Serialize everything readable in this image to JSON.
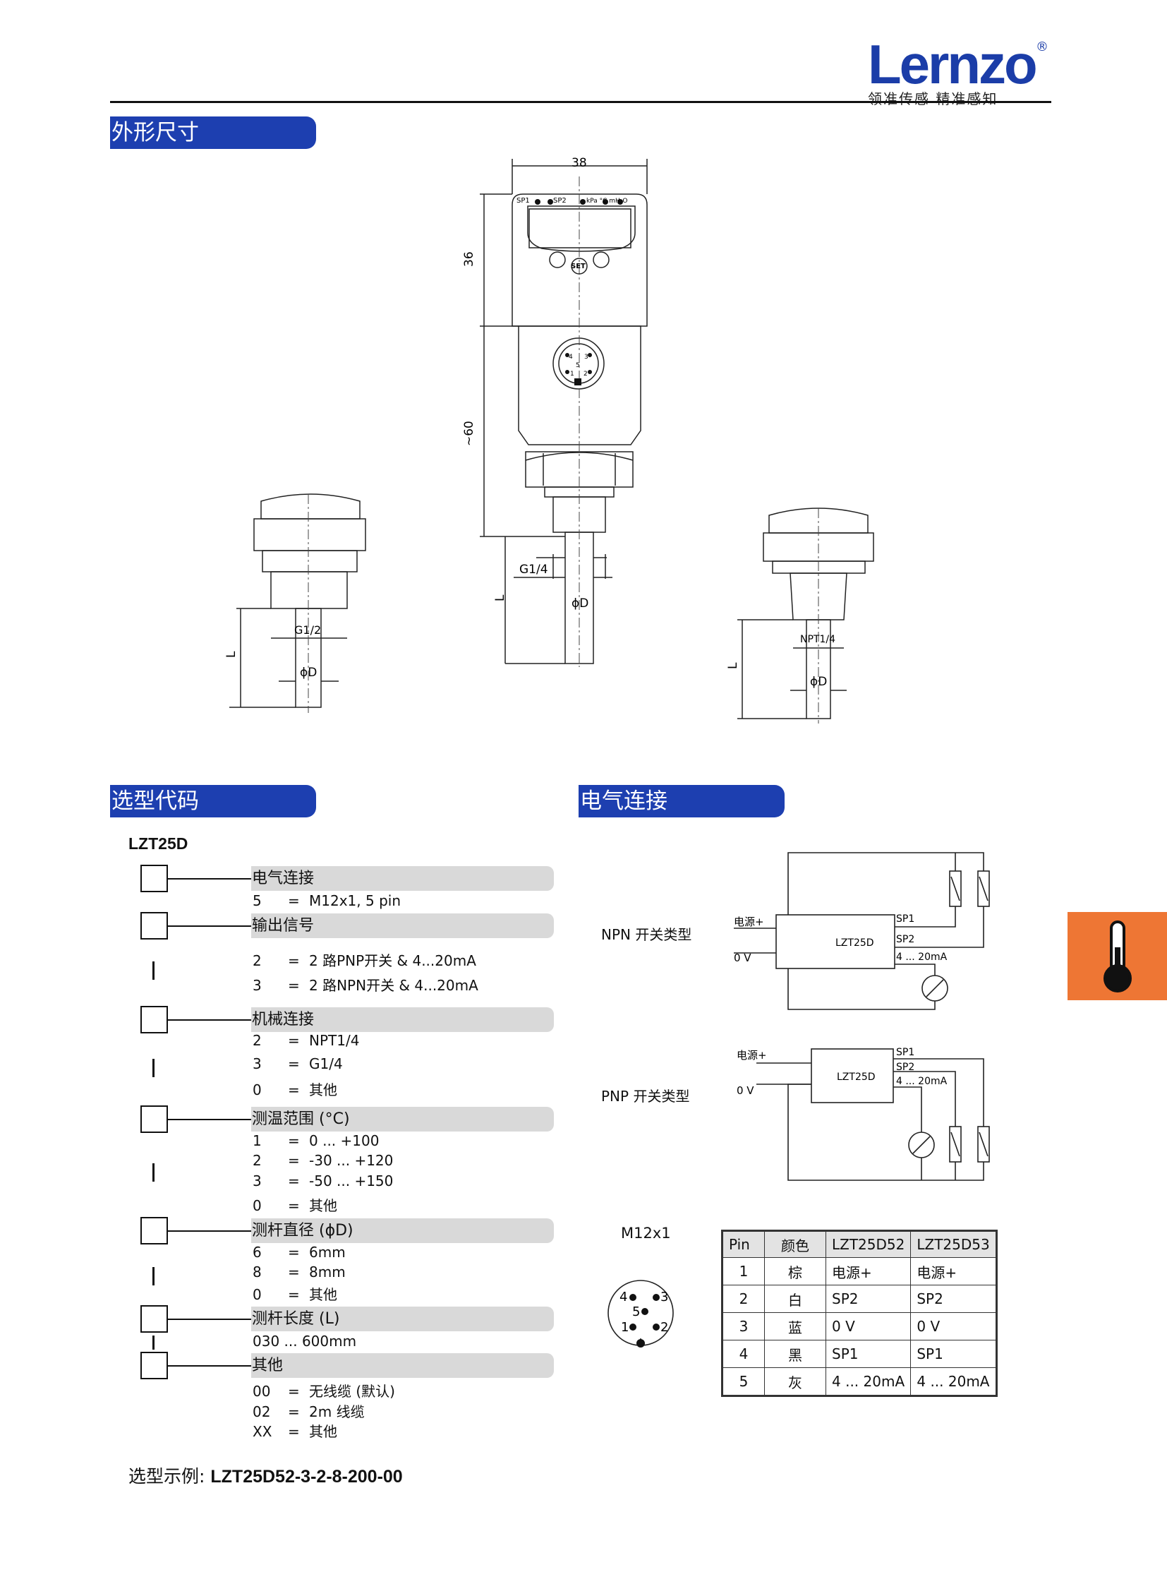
{
  "logo": {
    "word": "Lernzo",
    "reg": "®",
    "tagline": "领准传感  精准感知"
  },
  "sections": {
    "dimensions": "外形尺寸",
    "selection": "选型代码",
    "electrical": "电气连接"
  },
  "drawing": {
    "w38": "38",
    "h36": "36",
    "h60": "~60",
    "sp1": "SP1",
    "sp2": "SP2",
    "units": "kPa  °C  mH₂O",
    "set": "SET",
    "pin4": "4",
    "pin3": "3",
    "pin5": "5",
    "pin1": "1",
    "pin2": "2",
    "g14": "G1/4",
    "g12": "G1/2",
    "npt": "NPT1/4",
    "phid": "ϕD",
    "L": "L"
  },
  "model": "LZT25D",
  "groups": [
    {
      "title": "电气连接",
      "options": [
        {
          "c": "5",
          "e": "=",
          "t": "M12x1, 5 pin"
        }
      ]
    },
    {
      "title": "输出信号",
      "options": [
        {
          "c": "2",
          "e": "=",
          "t": "2 路PNP开关 & 4...20mA"
        },
        {
          "c": "3",
          "e": "=",
          "t": "2 路NPN开关 & 4...20mA"
        }
      ]
    },
    {
      "title": "机械连接",
      "options": [
        {
          "c": "2",
          "e": "=",
          "t": "NPT1/4"
        },
        {
          "c": "3",
          "e": "=",
          "t": "G1/4"
        },
        {
          "c": "0",
          "e": "=",
          "t": "其他"
        }
      ]
    },
    {
      "title": "测温范围 (°C)",
      "options": [
        {
          "c": "1",
          "e": "=",
          "t": "0 ... +100"
        },
        {
          "c": "2",
          "e": "=",
          "t": "-30 ... +120"
        },
        {
          "c": "3",
          "e": "=",
          "t": "-50 ... +150"
        },
        {
          "c": "0",
          "e": "=",
          "t": "其他"
        }
      ]
    },
    {
      "title": "测杆直径 (ϕD)",
      "options": [
        {
          "c": "6",
          "e": "=",
          "t": "6mm"
        },
        {
          "c": "8",
          "e": "=",
          "t": "8mm"
        },
        {
          "c": "0",
          "e": "=",
          "t": "其他"
        }
      ]
    },
    {
      "title": "测杆长度 (L)",
      "options": [
        {
          "c": "",
          "e": "",
          "t": "030 ... 600mm"
        }
      ]
    },
    {
      "title": "其他",
      "options": [
        {
          "c": "00",
          "e": "=",
          "t": "无线缆 (默认)"
        },
        {
          "c": "02",
          "e": "=",
          "t": "2m 线缆"
        },
        {
          "c": "XX",
          "e": "=",
          "t": "其他"
        }
      ]
    }
  ],
  "example": {
    "label": "选型示例: ",
    "code": "LZT25D52-3-2-8-200-00"
  },
  "npn": {
    "title": "NPN 开关类型",
    "power": "电源+",
    "zero": "0 V",
    "device": "LZT25D",
    "sp1": "SP1",
    "sp2": "SP2",
    "ma": "4 ... 20mA"
  },
  "pnp": {
    "title": "PNP 开关类型",
    "power": "电源+",
    "zero": "0 V",
    "device": "LZT25D",
    "sp1": "SP1",
    "sp2": "SP2",
    "ma": "4 ... 20mA"
  },
  "m12": {
    "title": "M12x1",
    "p4": "4",
    "p3": "3",
    "p5": "5",
    "p1": "1",
    "p2": "2"
  },
  "pin_table": {
    "headers": [
      "Pin",
      "颜色",
      "LZT25D52",
      "LZT25D53"
    ],
    "rows": [
      [
        "1",
        "棕",
        "电源+",
        "电源+"
      ],
      [
        "2",
        "白",
        "SP2",
        "SP2"
      ],
      [
        "3",
        "蓝",
        "0 V",
        "0 V"
      ],
      [
        "4",
        "黑",
        "SP1",
        "SP1"
      ],
      [
        "5",
        "灰",
        "4 ... 20mA",
        "4 ... 20mA"
      ]
    ]
  },
  "colors": {
    "brand": "#1b3da8",
    "section_bar": "#1d3fb0",
    "side_tab": "#ee7634",
    "group_bar": "#d9d9d9"
  },
  "icons": {
    "side_tab": "thermometer-icon"
  }
}
